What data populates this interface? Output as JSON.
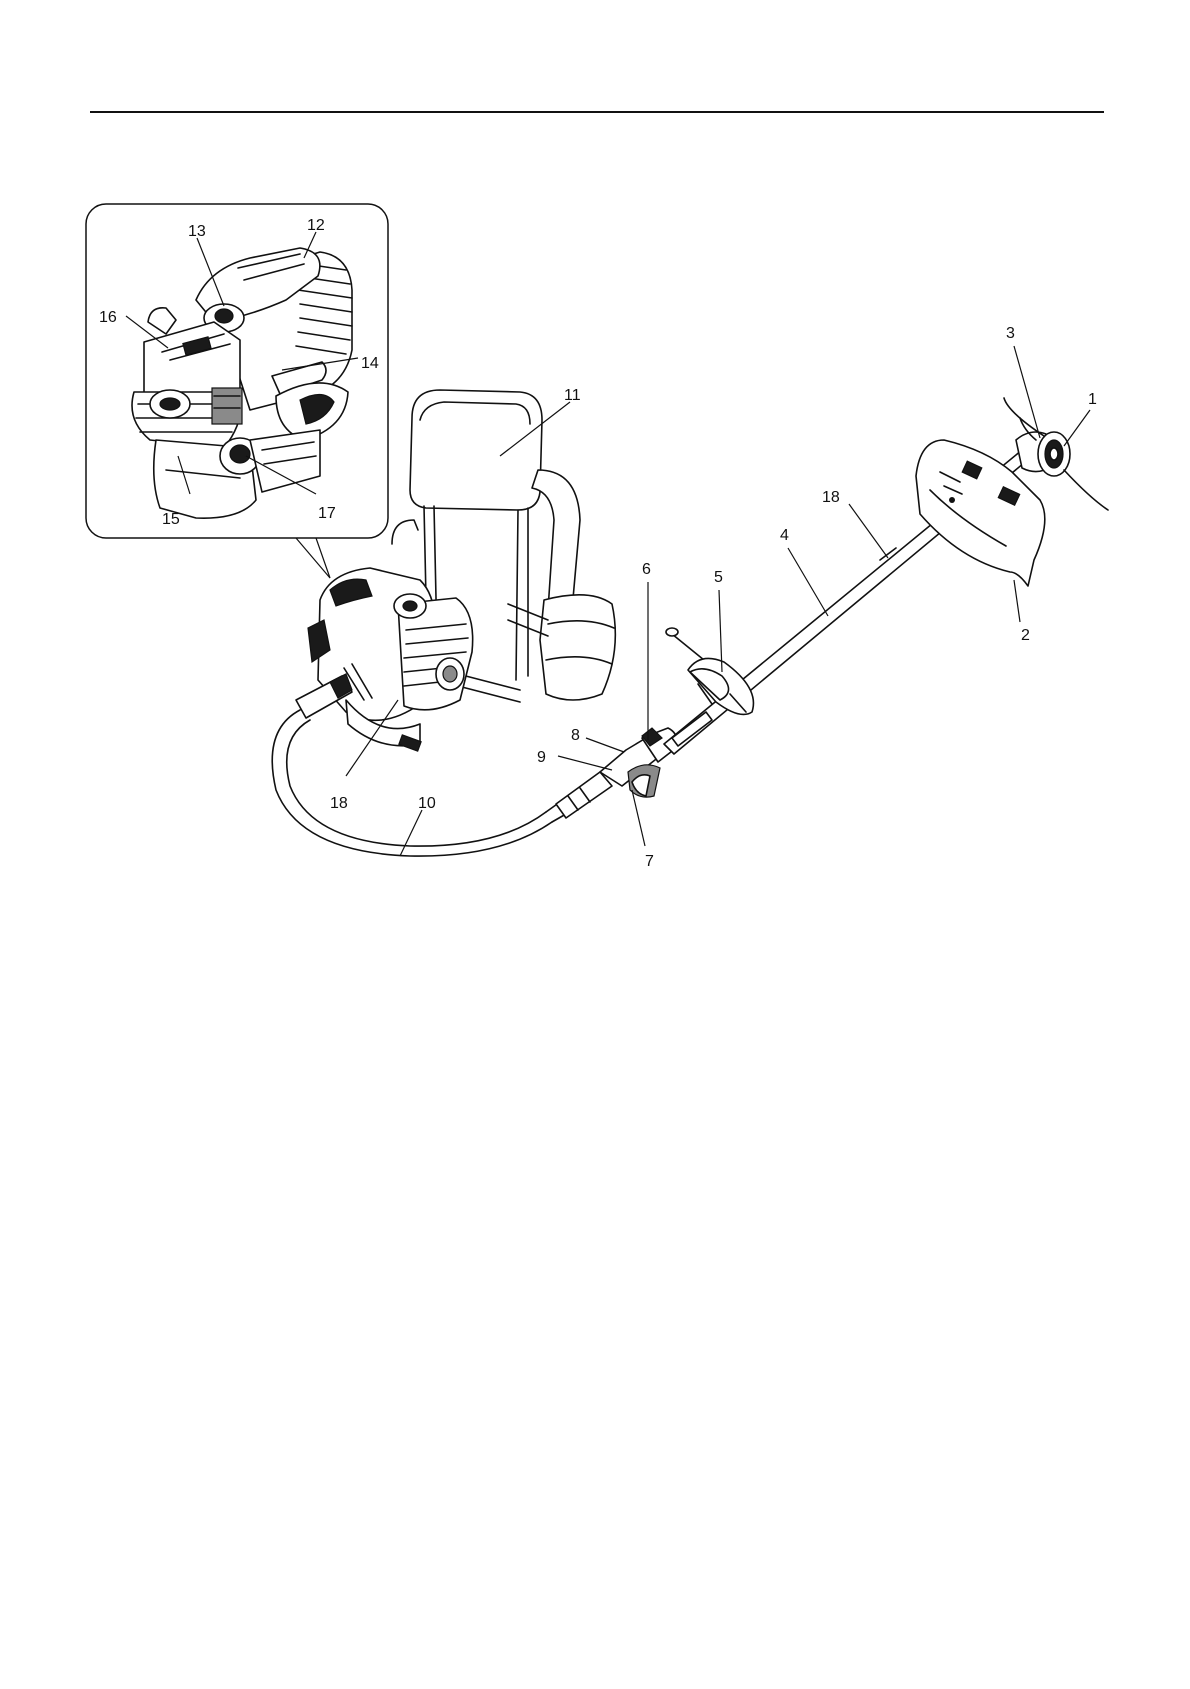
{
  "callouts": {
    "c1": "1",
    "c2": "2",
    "c3": "3",
    "c4": "4",
    "c5": "5",
    "c6": "6",
    "c7": "7",
    "c8": "8",
    "c9": "9",
    "c10": "10",
    "c11": "11",
    "c12": "12",
    "c13": "13",
    "c14": "14",
    "c15": "15",
    "c16": "16",
    "c17": "17",
    "c18a": "18",
    "c18b": "18"
  },
  "colors": {
    "ink": "#111111",
    "paper": "#ffffff"
  }
}
